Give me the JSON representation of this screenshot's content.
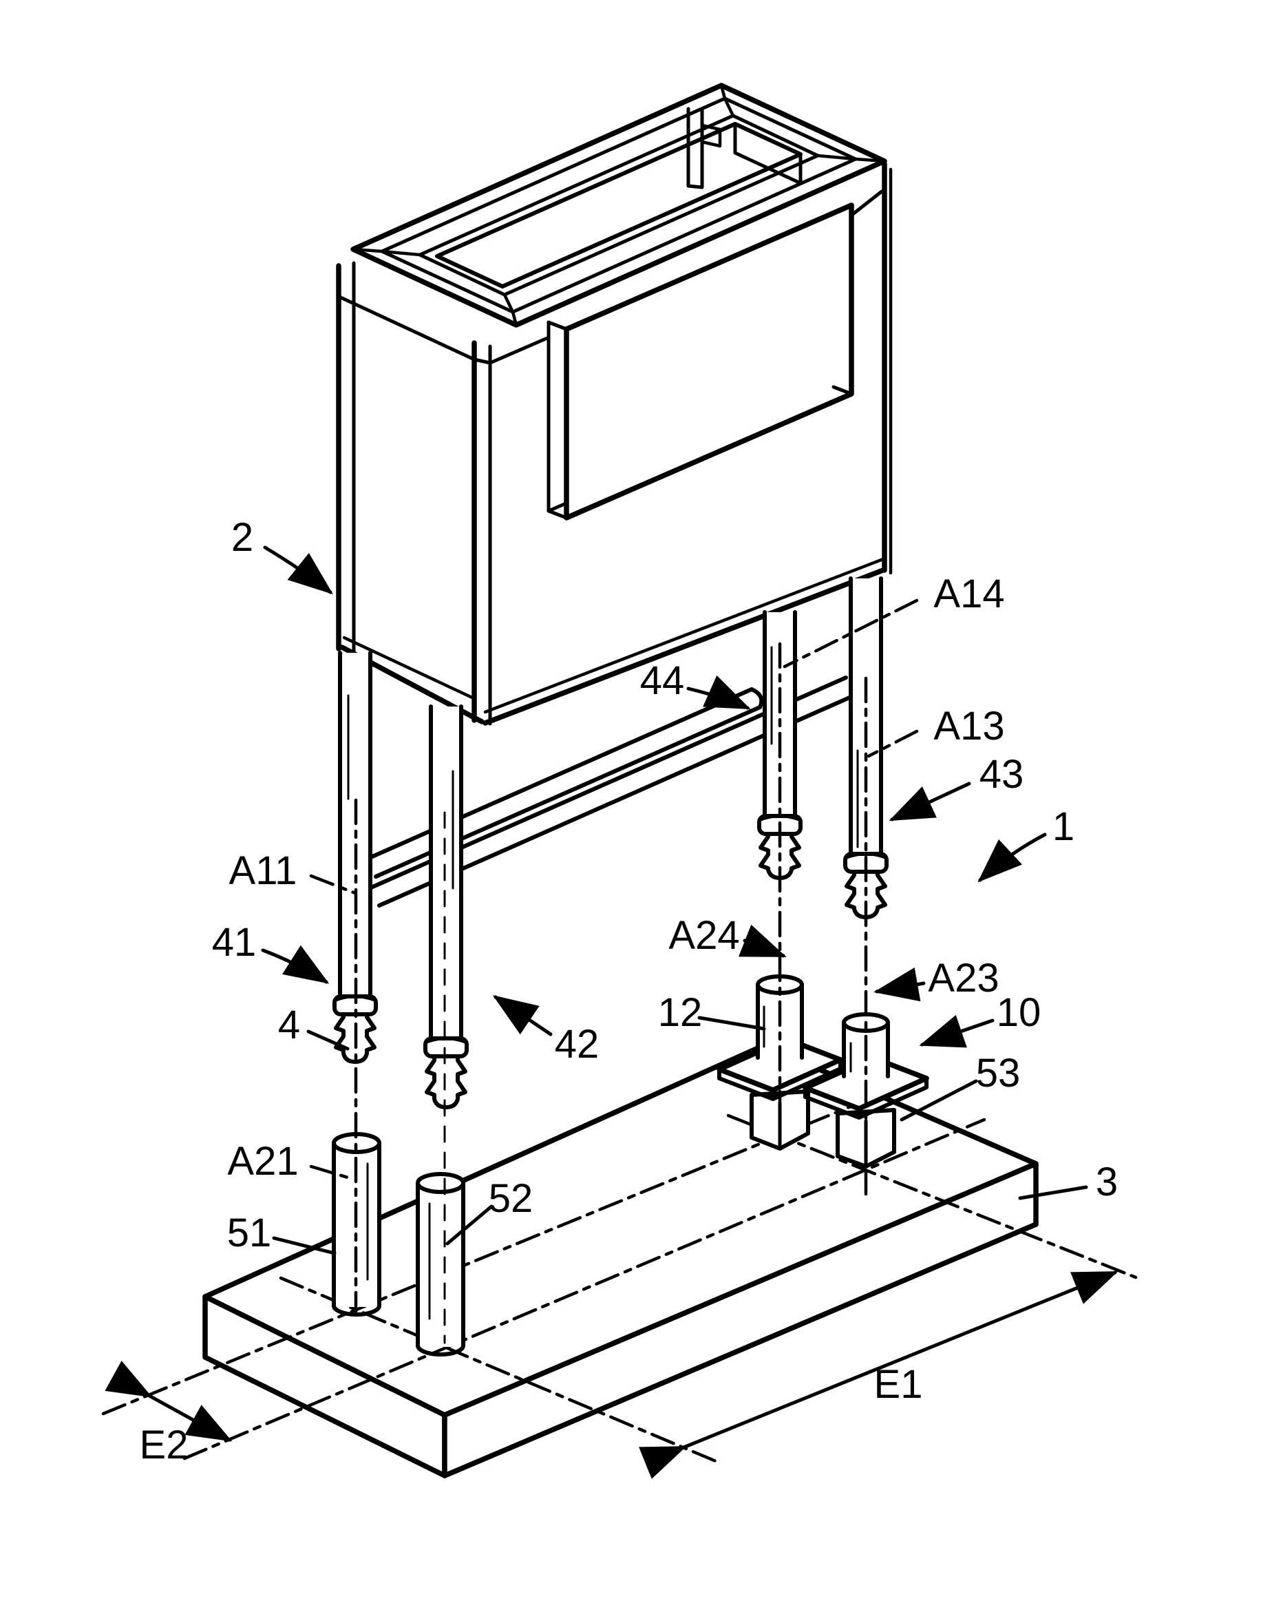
{
  "figure": {
    "kind": "patent-line-drawing",
    "background_color": "#ffffff",
    "line_color": "#000000",
    "labels": [
      {
        "id": "ref-2",
        "text": "2"
      },
      {
        "id": "ref-a14",
        "text": "A14"
      },
      {
        "id": "ref-44",
        "text": "44"
      },
      {
        "id": "ref-a13",
        "text": "A13"
      },
      {
        "id": "ref-43",
        "text": "43"
      },
      {
        "id": "ref-1",
        "text": "1"
      },
      {
        "id": "ref-a11",
        "text": "A11"
      },
      {
        "id": "ref-41",
        "text": "41"
      },
      {
        "id": "ref-4",
        "text": "4"
      },
      {
        "id": "ref-42",
        "text": "42"
      },
      {
        "id": "ref-a24",
        "text": "A24"
      },
      {
        "id": "ref-12",
        "text": "12"
      },
      {
        "id": "ref-a23",
        "text": "A23"
      },
      {
        "id": "ref-10",
        "text": "10"
      },
      {
        "id": "ref-53",
        "text": "53"
      },
      {
        "id": "ref-a21",
        "text": "A21"
      },
      {
        "id": "ref-3",
        "text": "3"
      },
      {
        "id": "ref-51",
        "text": "51"
      },
      {
        "id": "ref-52",
        "text": "52"
      },
      {
        "id": "dim-e1",
        "text": "E1"
      },
      {
        "id": "dim-e2",
        "text": "E2"
      }
    ]
  }
}
